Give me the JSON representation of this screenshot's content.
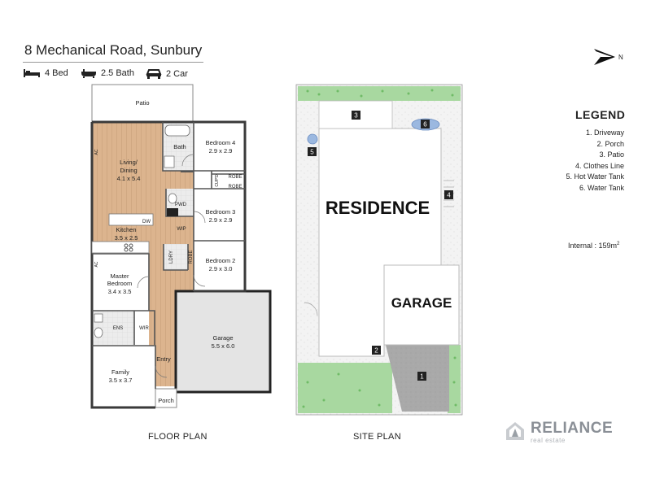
{
  "header": {
    "address": "8 Mechanical Road, Sunbury",
    "beds": "4 Bed",
    "baths": "2.5 Bath",
    "cars": "2 Car"
  },
  "north_label": "N",
  "floor_plan": {
    "caption": "FLOOR PLAN",
    "rooms": {
      "patio": "Patio",
      "living": "Living/",
      "living2": "Dining",
      "living_dim": "4.1 x 5.4",
      "kitchen": "Kitchen",
      "kitchen_dim": "3.5 x 2.5",
      "bath": "Bath",
      "bed4": "Bedroom 4",
      "bed4_dim": "2.9 x 2.9",
      "bed3": "Bedroom 3",
      "bed3_dim": "2.9 x 2.9",
      "bed2": "Bedroom 2",
      "bed2_dim": "2.9 x 3.0",
      "master": "Master",
      "master2": "Bedroom",
      "master_dim": "3.4 x 3.5",
      "ens": "ENS",
      "wir": "WIR",
      "wip": "WIP",
      "pwd": "PWD",
      "robe1": "ROBE",
      "robe2": "ROBE",
      "robe3": "ROBE",
      "lndry": "LDRY",
      "cupd": "CUP'D",
      "dw": "DW",
      "ac1": "AC",
      "ac2": "AC",
      "garage": "Garage",
      "garage_dim": "5.5 x 6.0",
      "entry": "Entry",
      "family": "Family",
      "family_dim": "3.5 x 3.7",
      "porch": "Porch"
    }
  },
  "site_plan": {
    "caption": "SITE PLAN",
    "residence": "RESIDENCE",
    "garage": "GARAGE",
    "markers": [
      "1",
      "2",
      "3",
      "4",
      "5",
      "6"
    ]
  },
  "legend": {
    "title": "LEGEND",
    "items": [
      "1. Driveway",
      "2. Porch",
      "3. Patio",
      "4. Clothes Line",
      "5. Hot Water Tank",
      "6. Water Tank"
    ]
  },
  "internal": {
    "text": "Internal  : 159m",
    "sup": "2"
  },
  "brand": {
    "name": "RELIANCE",
    "sub": "real estate"
  },
  "colors": {
    "timber": "#dcb48e",
    "grass": "#a8d8a0",
    "driveway": "#a9a9a9",
    "wall": "#3a3a3a",
    "tile": "#e8e8e8"
  }
}
